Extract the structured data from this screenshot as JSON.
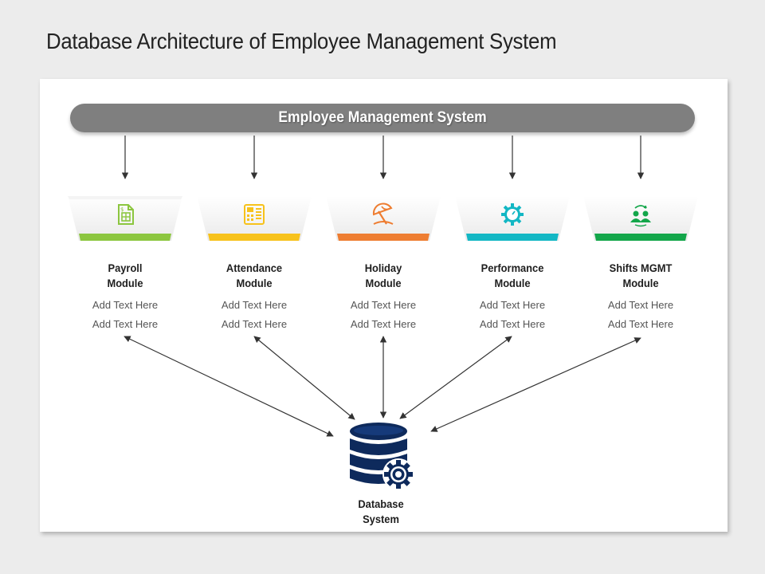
{
  "title": "Database Architecture of Employee Management System",
  "system_bar": {
    "label": "Employee Management System"
  },
  "colors": {
    "bar": "#7f7f7f",
    "payroll": "#8cc63f",
    "attendance": "#f7c21b",
    "holiday": "#ee7d31",
    "performance": "#13b7c4",
    "shifts": "#13a64a",
    "database": "#0e2a5c"
  },
  "modules": [
    {
      "id": "payroll",
      "line1": "Payroll",
      "line2": "Module",
      "text1": "Add Text Here",
      "text2": "Add Text Here",
      "icon": "document-sheet-icon"
    },
    {
      "id": "attendance",
      "line1": "Attendance",
      "line2": "Module",
      "text1": "Add Text Here",
      "text2": "Add Text Here",
      "icon": "time-clock-icon"
    },
    {
      "id": "holiday",
      "line1": "Holiday",
      "line2": "Module",
      "text1": "Add Text Here",
      "text2": "Add Text Here",
      "icon": "beach-umbrella-icon"
    },
    {
      "id": "performance",
      "line1": "Performance",
      "line2": "Module",
      "text1": "Add Text Here",
      "text2": "Add Text Here",
      "icon": "gauge-gear-icon"
    },
    {
      "id": "shifts",
      "line1": "Shifts MGMT",
      "line2": "Module",
      "text1": "Add Text Here",
      "text2": "Add Text Here",
      "icon": "people-swap-icon"
    }
  ],
  "database": {
    "line1": "Database",
    "line2": "System",
    "icon": "database-gear-icon"
  }
}
